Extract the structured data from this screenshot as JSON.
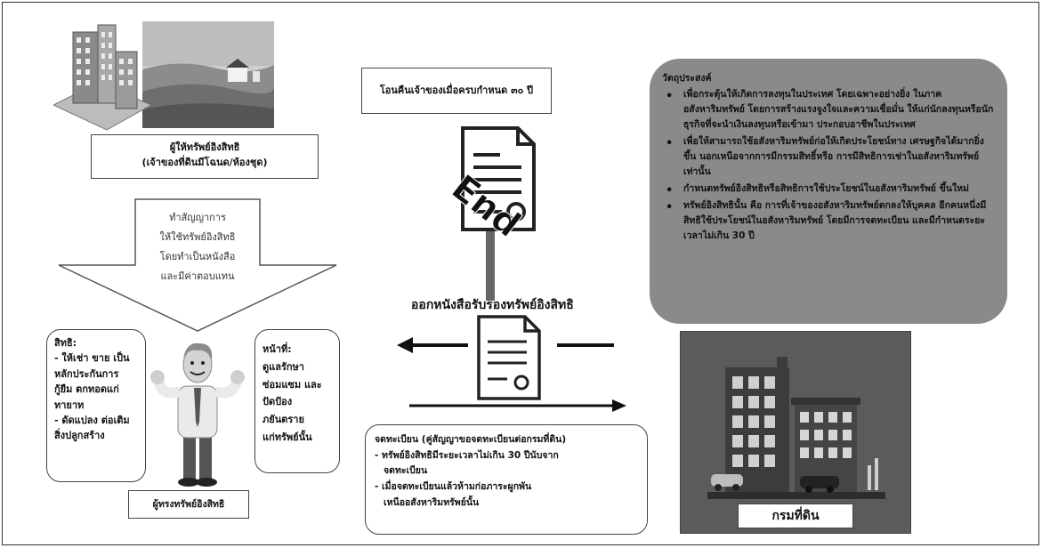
{
  "owner": {
    "label_line1": "ผู้ให้ทรัพย์อิงสิทธิ",
    "label_line2": "(เจ้าของที่ดินมีโฉนด/ห้องชุด)"
  },
  "return_box": {
    "text": "โอนคืนเจ้าของเมื่อครบกำหนด ๓๐ ปี"
  },
  "stamp": {
    "text": "End"
  },
  "contract_arrow": {
    "lines": [
      "ทำสัญญาการ",
      "ให้ใช้ทรัพย์อิงสิทธิ",
      "โดยทำเป็นหนังสือ",
      "และมีค่าตอบแทน"
    ]
  },
  "certificate": {
    "title": "ออกหนังสือรับรองทรัพย์อิงสิทธิ"
  },
  "objectives": {
    "heading": "วัตถุประสงค์",
    "items": [
      "เพื่อกระตุ้นให้เกิดการลงทุนในประเทศ โดยเฉพาะอย่างยิ่ง ในภาคอสังหาริมทรัพย์ โดยการสร้างแรงจูงใจและความเชื่อมั่น ให้แก่นักลงทุนหรือนักธุรกิจที่จะนำเงินลงทุนหรือเข้ามา ประกอบอาชีพในประเทศ",
      "เพื่อให้สามารถใช้อสังหาริมทรัพย์ก่อให้เกิดประโยชน์ทาง เศรษฐกิจได้มากยิ่งขึ้น นอกเหนือจากการมีกรรมสิทธิ์หรือ การมีสิทธิการเช่าในอสังหาริมทรัพย์เท่านั้น",
      "กำหนดทรัพย์อิงสิทธิหรือสิทธิการใช้ประโยชน์ในอสังหาริมทรัพย์ ขึ้นใหม่",
      "ทรัพย์อิงสิทธินั้น คือ การที่เจ้าของอสังหาริมทรัพย์ตกลงให้บุคคล อีกคนหนึ่งมีสิทธิใช้ประโยชน์ในอสังหาริมทรัพย์ โดยมีการจดทะเบียน และมีกำหนดระยะเวลาไม่เกิน 30 ปี"
    ]
  },
  "rights": {
    "title": "สิทธิ:",
    "lines": [
      "- ให้เช่า ขาย เป็น",
      "หลักประกันการ",
      "กู้ยืม ตกทอดแก่",
      "ทายาท",
      "- ดัดแปลง ต่อเติม",
      "สิ่งปลูกสร้าง"
    ]
  },
  "duties": {
    "title": "หน้าที่:",
    "lines": [
      "ดูแลรักษา",
      "ซ่อมแซม และ",
      "ปัดป้องภยันตราย",
      "แก่ทรัพย์นั้น"
    ]
  },
  "holder": {
    "label": "ผู้ทรงทรัพย์อิงสิทธิ"
  },
  "registration": {
    "heading": "จดทะเบียน (คู่สัญญาขอจดทะเบียนต่อกรมที่ดิน)",
    "item1_line1": "- ทรัพย์อิงสิทธิมีระยะเวลาไม่เกิน 30 ปีนับจาก",
    "item1_line2": "จดทะเบียน",
    "item2_line1": "- เมื่อจดทะเบียนแล้วห้ามก่อภาระผูกพัน",
    "item2_line2": "เหนืออสังหาริมทรัพย์นั้น"
  },
  "land_dept": {
    "label": "กรมที่ดิน"
  },
  "colors": {
    "objectives_bg": "#8a8a8a",
    "land_bg": "#5b5b5b",
    "sky": "#d9d9d9"
  }
}
